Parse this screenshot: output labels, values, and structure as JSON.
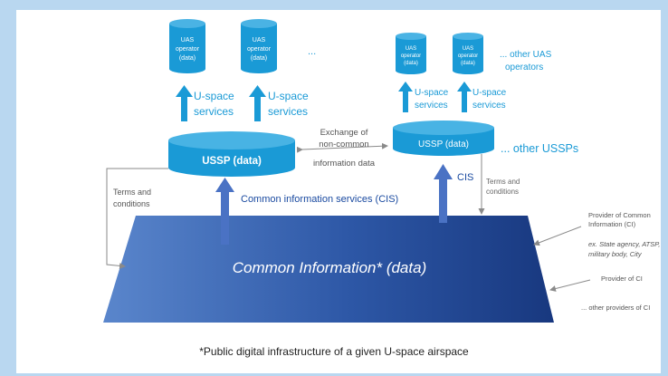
{
  "diagram": {
    "uas_left": [
      "UAS",
      "operator",
      "(data)"
    ],
    "uas_right": [
      "UAS",
      "operator",
      "(data)"
    ],
    "left_ellipsis": "...",
    "other_uas": [
      "... other UAS",
      "operators"
    ],
    "uspace_services": [
      "U-space",
      "services"
    ],
    "ussp_label": "USSP (data)",
    "other_ussps": "... other USSPs",
    "exchange": [
      "Exchange of",
      "non-common",
      "information data"
    ],
    "terms_left": [
      "Terms and",
      "conditions"
    ],
    "terms_right": [
      "Terms and",
      "conditions"
    ],
    "cis_label": "Common information services (CIS)",
    "cis_short": "CIS",
    "common_info": "Common Information* (data)",
    "provider_ci": [
      "Provider of Common",
      "Information (CI)"
    ],
    "examples": [
      "ex. State agency, ATSP,",
      "military body, City"
    ],
    "provider_ci2": "Provider of CI",
    "other_providers": "... other providers of CI",
    "footnote": "*Public digital infrastructure of a given U-space airspace"
  },
  "colors": {
    "cyan": "#1a9ad6",
    "cyan_dark": "#0e7fb8",
    "blue_arrow": "#4a72c4",
    "plane_light": "#4d79c2",
    "plane_dark": "#1c3f8a",
    "gray": "#7f7f7f"
  }
}
